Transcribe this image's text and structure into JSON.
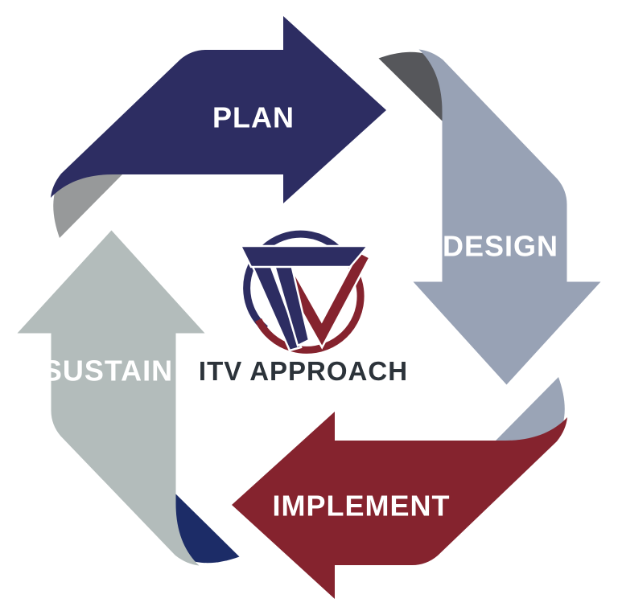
{
  "diagram_title": "ITV APPROACH",
  "background_color": "#ffffff",
  "title_color": "#2c333a",
  "label_color": "#ffffff",
  "logo": {
    "name": "itv-circular-monogram-logo",
    "navy": "#2d2d62",
    "maroon": "#85232e"
  },
  "arrows": [
    {
      "label": "PLAN",
      "position": "top",
      "direction": "right",
      "color": "#2d2d62",
      "fold_color": "#97999a"
    },
    {
      "label": "DESIGN",
      "position": "right",
      "direction": "down",
      "color": "#98a2b5",
      "fold_color": "#56575b"
    },
    {
      "label": "IMPLEMENT",
      "position": "bottom",
      "direction": "left",
      "color": "#85232e",
      "fold_color": "#9aa4b6"
    },
    {
      "label": "SUSTAIN",
      "position": "left",
      "direction": "up",
      "color": "#b3bcbb",
      "fold_color": "#1c2c67"
    }
  ]
}
